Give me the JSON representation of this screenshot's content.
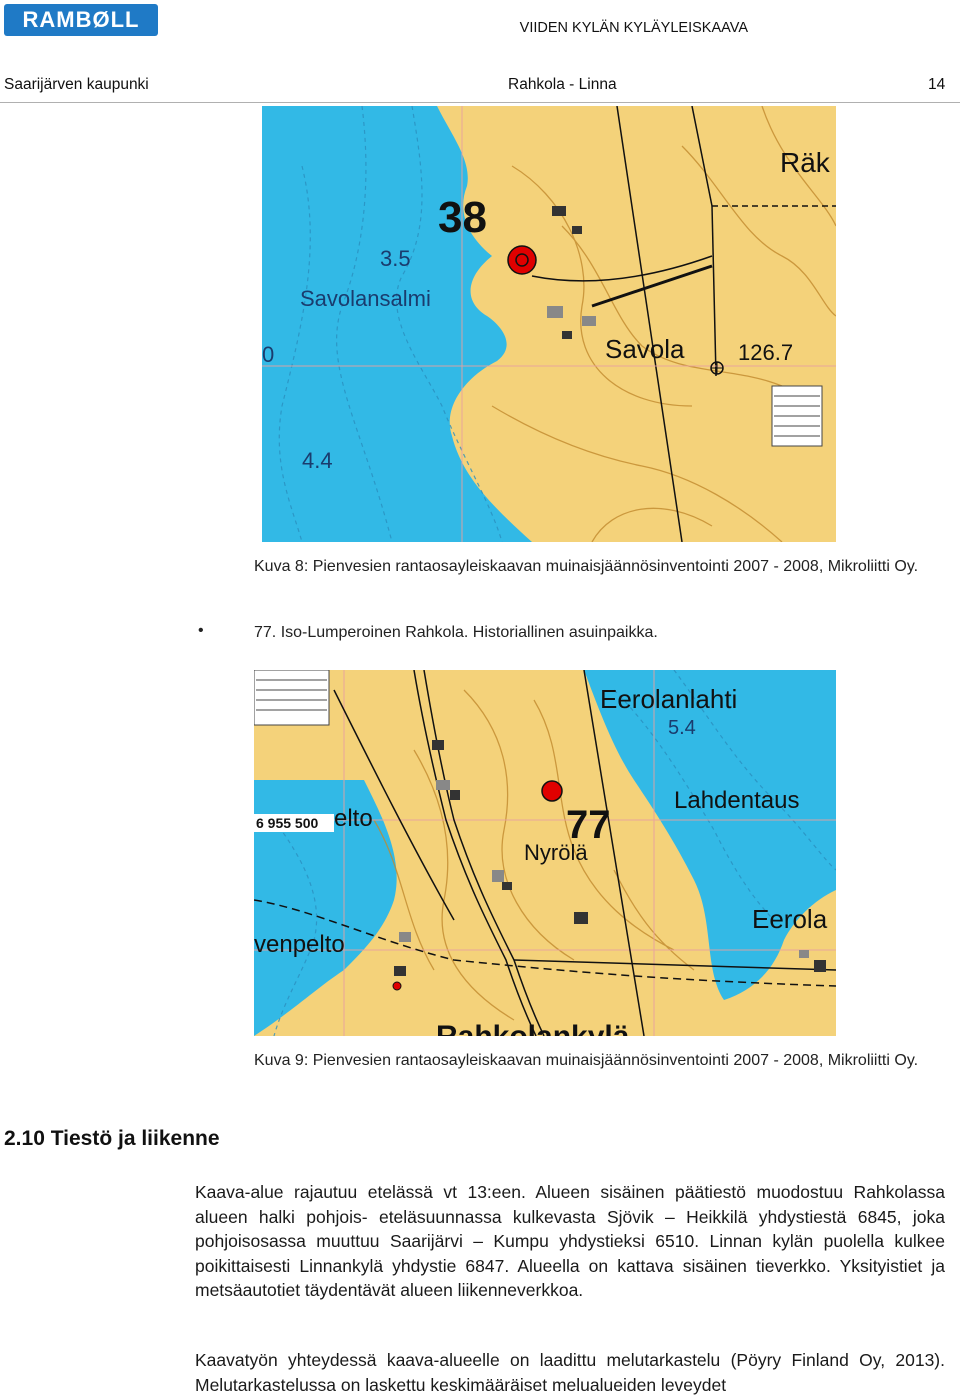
{
  "header": {
    "logo_text": "RAMBØLL",
    "doc_title": "VIIDEN KYLÄN KYLÄYLEISKAAVA",
    "city": "Saarijärven kaupunki",
    "location": "Rahkola - Linna",
    "page_number": "14"
  },
  "map1": {
    "labels": {
      "num": "38",
      "depth1": "3.5",
      "bay": "Savolansalmi",
      "farm": "Savola",
      "height": "126.7",
      "depth2": "4.4",
      "edge_top": "Räk",
      "edge_left": "0"
    },
    "caption": "Kuva 8: Pienvesien rantaosayleiskaavan muinaisjäännösinventointi 2007 - 2008, Mikroliitti Oy."
  },
  "bullet": {
    "symbol": "•",
    "text": "77. Iso-Lumperoinen Rahkola. Historiallinen asuinpaikka."
  },
  "map2": {
    "labels": {
      "bay": "Eerolanlahti",
      "depth": "5.4",
      "coord": "6 955 500",
      "field1": "elto",
      "num": "77",
      "farm1": "Nyrölä",
      "place": "Lahdentaus",
      "farm2": "Eerola",
      "field2": "venpelto",
      "village": "Rahkolankylä"
    },
    "caption": "Kuva 9: Pienvesien rantaosayleiskaavan muinaisjäännösinventointi 2007 - 2008, Mikroliitti Oy."
  },
  "section": {
    "title": "2.10 Tiestö ja liikenne",
    "paragraph1": "Kaava-alue rajautuu etelässä vt 13:een. Alueen sisäinen päätiestö muodostuu Rahkolassa alueen halki pohjois- eteläsuunnassa kulkevasta Sjövik – Heikkilä yhdystiestä 6845, joka pohjoisosassa muuttuu Saarijärvi – Kumpu yhdystieksi 6510. Linnan kylän puolella kulkee poikittaisesti Linnankylä yhdystie 6847. Alueella on kattava sisäinen tieverkko. Yksityistiet ja metsäautotiet täydentävät alueen liikenneverkkoa.",
    "paragraph2": "Kaavatyön yhteydessä kaava-alueelle on laadittu melutarkastelu (Pöyry Finland Oy, 2013). Melutarkastelussa on laskettu keskimääräiset melualueiden leveydet"
  },
  "colors": {
    "water": "#32b9e6",
    "land": "#f4d27a",
    "contour": "#c28a2e",
    "site_marker": "#e00000",
    "brand": "#1f7ac6"
  }
}
